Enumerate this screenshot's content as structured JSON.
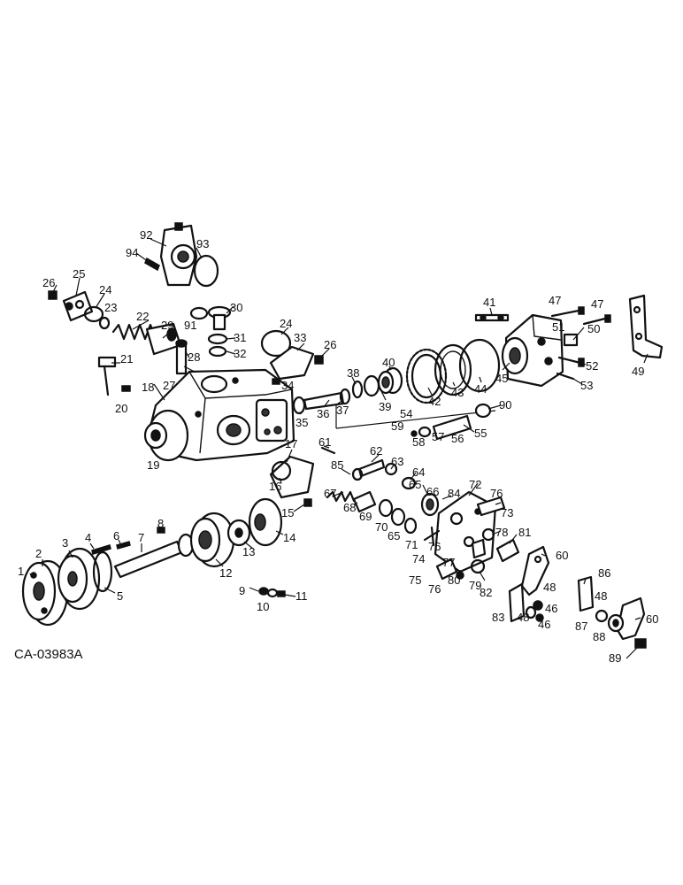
{
  "diagram_code": "CA-03983A",
  "callouts": [
    "1",
    "2",
    "3",
    "4",
    "5",
    "6",
    "7",
    "8",
    "9",
    "10",
    "11",
    "12",
    "13",
    "14",
    "15",
    "16",
    "17",
    "18",
    "19",
    "20",
    "21",
    "22",
    "23",
    "24",
    "24",
    "25",
    "26",
    "26",
    "27",
    "28",
    "29",
    "30",
    "31",
    "32",
    "33",
    "34",
    "35",
    "36",
    "37",
    "38",
    "39",
    "40",
    "41",
    "42",
    "43",
    "44",
    "45",
    "46",
    "46",
    "47",
    "47",
    "48",
    "48",
    "48",
    "49",
    "50",
    "51",
    "52",
    "53",
    "54",
    "55",
    "56",
    "57",
    "58",
    "59",
    "60",
    "60",
    "61",
    "62",
    "63",
    "64",
    "65",
    "65",
    "66",
    "67",
    "68",
    "69",
    "70",
    "71",
    "72",
    "73",
    "74",
    "75",
    "76",
    "76",
    "76",
    "77",
    "78",
    "79",
    "80",
    "81",
    "82",
    "83",
    "84",
    "85",
    "86",
    "87",
    "88",
    "89",
    "90",
    "91",
    "92",
    "93",
    "94"
  ]
}
